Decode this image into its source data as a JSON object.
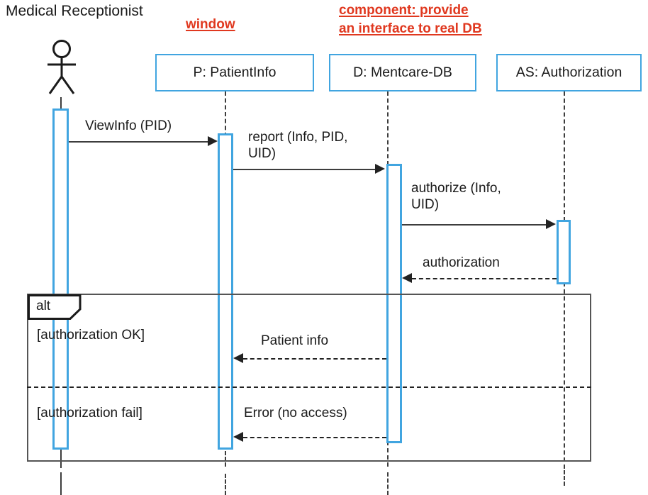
{
  "diagram": {
    "type": "uml-sequence-diagram",
    "colors": {
      "lifeline_blue": "#41a5e0",
      "annotation_red": "#e0381f",
      "line_dark": "#3d3d3d",
      "frame_gray": "#555555",
      "background": "#ffffff"
    }
  },
  "actor": {
    "label": "Medical Receptionist",
    "icon": "stick-figure-actor"
  },
  "annotations": [
    {
      "id": "window",
      "text": "window"
    },
    {
      "id": "component",
      "line1": "component: provide",
      "line2": "an interface to real DB"
    }
  ],
  "participants": [
    {
      "id": "actor",
      "label": "Medical Receptionist"
    },
    {
      "id": "p",
      "label": "P: PatientInfo"
    },
    {
      "id": "d",
      "label": "D: Mentcare-DB"
    },
    {
      "id": "as",
      "label": "AS: Authorization"
    }
  ],
  "messages": [
    {
      "id": "m1",
      "label": "ViewInfo (PID)",
      "from": "actor",
      "to": "p",
      "kind": "call",
      "arrow": "right"
    },
    {
      "id": "m2",
      "label_line1": "report (Info, PID,",
      "label_line2": "UID)",
      "from": "p",
      "to": "d",
      "kind": "call",
      "arrow": "right"
    },
    {
      "id": "m3",
      "label_line1": "authorize (Info,",
      "label_line2": "UID)",
      "from": "d",
      "to": "as",
      "kind": "call",
      "arrow": "right"
    },
    {
      "id": "m4",
      "label": "authorization",
      "from": "as",
      "to": "d",
      "kind": "return",
      "arrow": "left"
    },
    {
      "id": "m5",
      "label": "Patient info",
      "from": "d",
      "to": "p",
      "kind": "return",
      "arrow": "left"
    },
    {
      "id": "m6",
      "label": "Error (no access)",
      "from": "d",
      "to": "p",
      "kind": "return",
      "arrow": "left"
    }
  ],
  "fragment": {
    "operator": "alt",
    "guards": [
      {
        "id": "g1",
        "text": "[authorization OK]"
      },
      {
        "id": "g2",
        "text": "[authorization fail]"
      }
    ]
  }
}
